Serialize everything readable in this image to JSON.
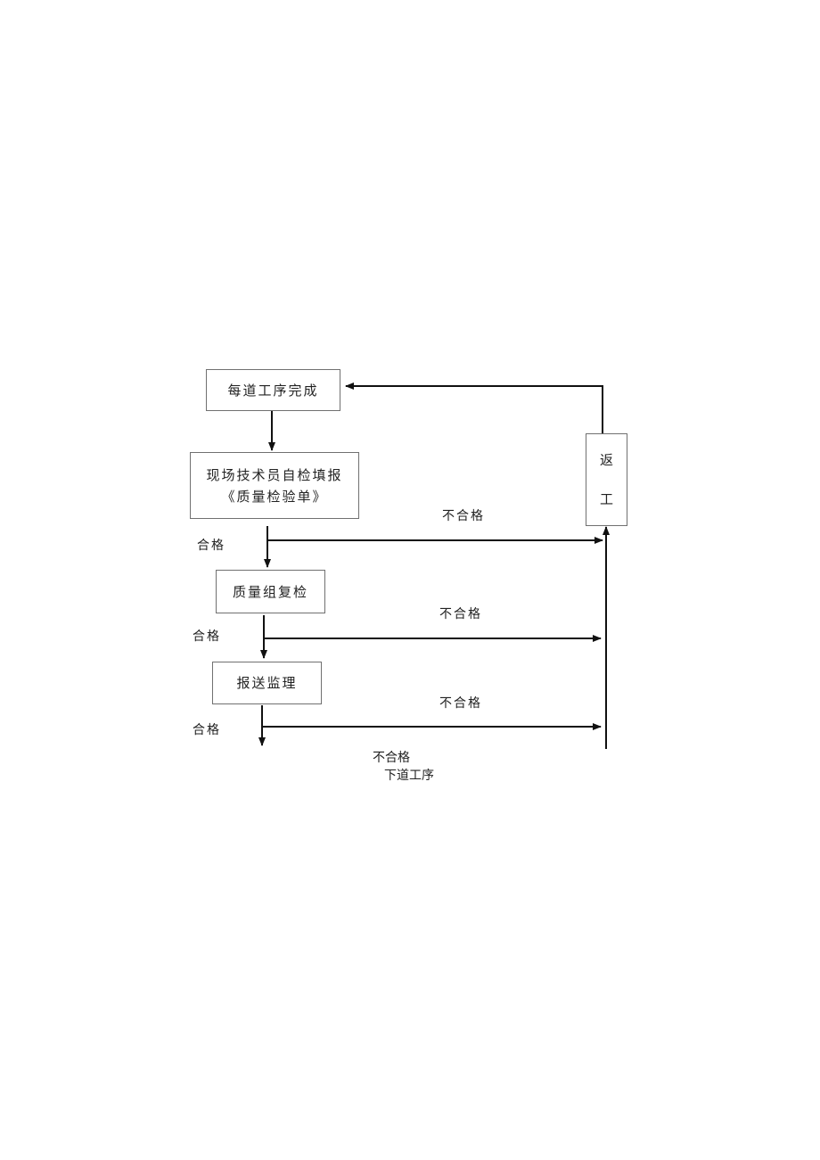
{
  "nodes": {
    "step_complete": "每道工序完成",
    "self_check_line1": "现场技术员自检填报",
    "self_check_line2": "《质量检验单》",
    "qc_recheck": "质量组复检",
    "report_supervisor": "报送监理",
    "rework_char1": "返",
    "rework_char2": "工"
  },
  "labels": {
    "pass_1": "合格",
    "pass_2": "合格",
    "pass_3": "合格",
    "fail_1": "不合格",
    "fail_2": "不合格",
    "fail_3": "不合格",
    "fail_4": "不合格",
    "next_step": "下道工序"
  },
  "colors": {
    "line": "#111111",
    "box_border": "#707070"
  }
}
